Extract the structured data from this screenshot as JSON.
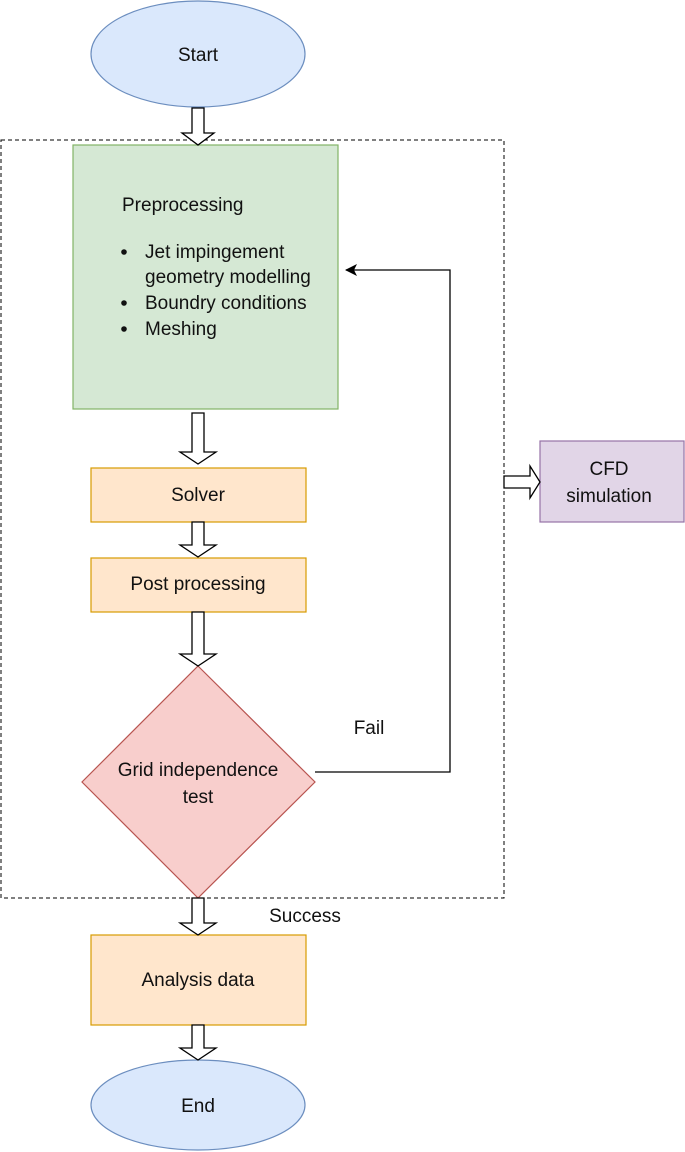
{
  "nodes": {
    "start": {
      "label": "Start"
    },
    "preprocessing": {
      "title": "Preprocessing",
      "items": [
        {
          "lines": [
            "Jet impingement",
            "geometry modelling"
          ]
        },
        {
          "lines": [
            "Boundry conditions"
          ]
        },
        {
          "lines": [
            "Meshing"
          ]
        }
      ]
    },
    "solver": {
      "label": "Solver"
    },
    "post_processing": {
      "label": "Post processing"
    },
    "grid_test": {
      "lines": [
        "Grid independence",
        "test"
      ]
    },
    "cfd_simulation": {
      "lines": [
        "CFD",
        "simulation"
      ]
    },
    "analysis_data": {
      "label": "Analysis data"
    },
    "end": {
      "label": "End"
    }
  },
  "edges": {
    "fail_label": "Fail",
    "success_label": "Success"
  },
  "colors": {
    "terminal_fill": "#dae8fc",
    "terminal_stroke": "#6c8ebf",
    "preprocessing_fill": "#d5e8d4",
    "preprocessing_stroke": "#82b366",
    "process_fill": "#ffe6cc",
    "process_stroke": "#d79b00",
    "decision_fill": "#f8cecc",
    "decision_stroke": "#b85450",
    "cfd_fill": "#e1d5e7",
    "cfd_stroke": "#9673a6"
  }
}
